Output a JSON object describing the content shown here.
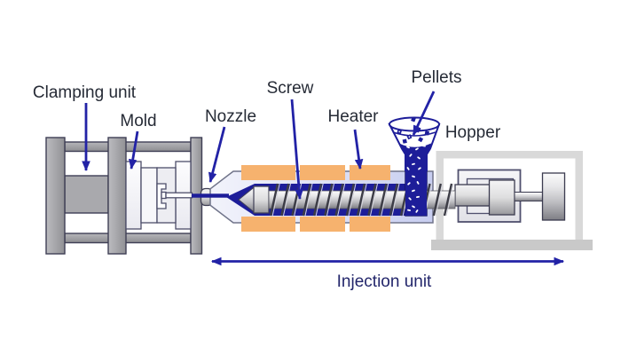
{
  "diagram": {
    "type": "schematic",
    "subject": "injection molding machine cross-section",
    "labels": {
      "clamping_unit": "Clamping unit",
      "mold": "Mold",
      "nozzle": "Nozzle",
      "screw": "Screw",
      "heater": "Heater",
      "pellets": "Pellets",
      "hopper": "Hopper",
      "injection_unit": "Injection unit"
    },
    "colors": {
      "arrow_navy": "#2222a6",
      "melt_navy": "#1d1d99",
      "heater_orange": "#f6b26e",
      "label_dark": "#262b36",
      "injection_label_navy": "#23266b",
      "machine_gray": "#a9a9ad",
      "outline_dark": "#3f3f55",
      "mold_outline": "#4d4e6a",
      "frame_gray": "#d9d9d9",
      "base_gray": "#c9c9c9",
      "barrel_lavender": "#c7cdf0",
      "plate_white": "#f5f5f8",
      "background": "#ffffff"
    }
  }
}
